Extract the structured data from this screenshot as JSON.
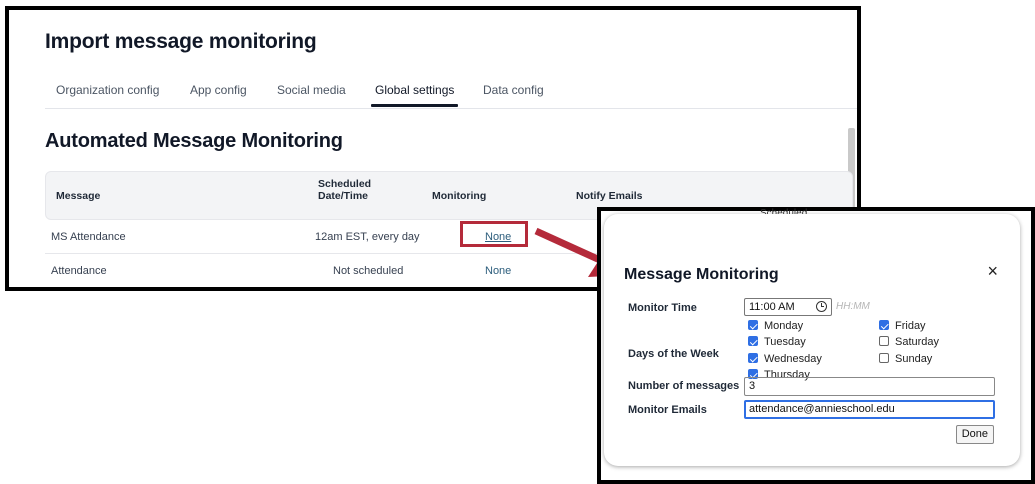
{
  "page": {
    "title": "Import message monitoring",
    "tabs": [
      {
        "label": "Organization config",
        "active": false
      },
      {
        "label": "App config",
        "active": false
      },
      {
        "label": "Social media",
        "active": false
      },
      {
        "label": "Global settings",
        "active": true
      },
      {
        "label": "Data config",
        "active": false
      }
    ],
    "section_title": "Automated Message Monitoring"
  },
  "table": {
    "headers": {
      "message": "Message",
      "scheduled": "Scheduled Date/Time",
      "monitoring": "Monitoring",
      "notify": "Notify Emails"
    },
    "rows": [
      {
        "message": "MS Attendance",
        "scheduled": "12am EST, every day",
        "monitoring": "None"
      },
      {
        "message": "Attendance",
        "scheduled": "Not scheduled",
        "monitoring": "None"
      }
    ]
  },
  "annotation": {
    "highlight_color": "#b42a3a",
    "arrow_color": "#b42a3a"
  },
  "modal": {
    "peek_text": "Scheduled",
    "title": "Message Monitoring",
    "close_icon": "×",
    "monitor_time_label": "Monitor Time",
    "monitor_time_value": "11:00 AM",
    "monitor_time_hint": "HH:MM",
    "days_label": "Days of the Week",
    "days": [
      {
        "label": "Monday",
        "checked": true
      },
      {
        "label": "Tuesday",
        "checked": true
      },
      {
        "label": "Wednesday",
        "checked": true
      },
      {
        "label": "Thursday",
        "checked": true
      },
      {
        "label": "Friday",
        "checked": true
      },
      {
        "label": "Saturday",
        "checked": false
      },
      {
        "label": "Sunday",
        "checked": false
      }
    ],
    "num_messages_label": "Number of messages",
    "num_messages_value": "3",
    "emails_label": "Monitor Emails",
    "emails_value": "attendance@annieschool.edu",
    "done_label": "Done"
  }
}
